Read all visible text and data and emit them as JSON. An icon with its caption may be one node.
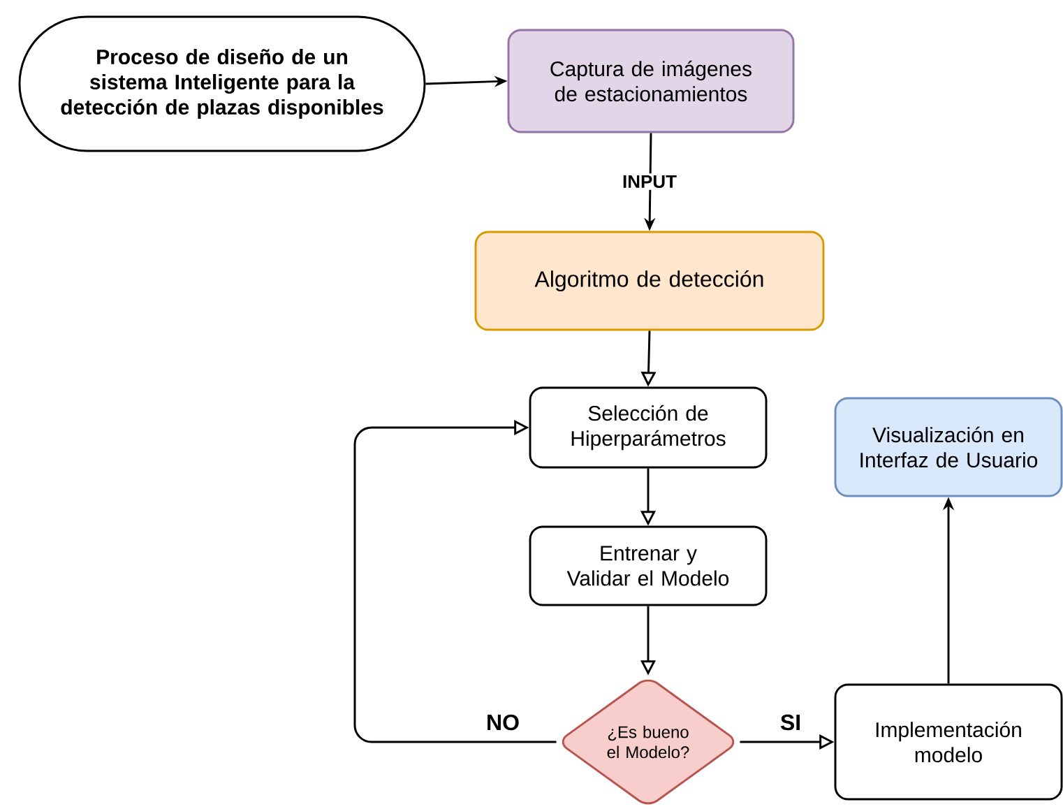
{
  "diagram": {
    "nodes": [
      {
        "text": [
          "Proceso de diseño de un sistema Inteligente para la detección de plazas disponibles"
        ]
      },
      {
        "text": [
          "Captura de imágenes de estacionamientos"
        ]
      },
      {
        "text": [
          "Algoritmo de detección"
        ]
      },
      {
        "text": [
          "Selección de Hiperparámetros"
        ]
      },
      {
        "text": [
          "Entrenar y Validar el Modelo"
        ]
      },
      {
        "text": [
          "¿Es bueno el Modelo?"
        ]
      },
      {
        "text": [
          "Implementación modelo"
        ]
      },
      {
        "text": [
          "Visualización en Interfaz de Usuario"
        ]
      }
    ],
    "edges": [
      {
        "from": 0,
        "to": 1,
        "arrow": "to"
      },
      {
        "from": 1,
        "to": 2,
        "arrow": "to",
        "label": "INPUT"
      },
      {
        "from": 2,
        "to": 3,
        "arrow": "to"
      },
      {
        "from": 3,
        "to": 4,
        "arrow": "to"
      },
      {
        "from": 4,
        "to": 5,
        "arrow": "to"
      },
      {
        "from": 5,
        "to": 3,
        "arrow": "to",
        "label": "NO"
      },
      {
        "from": 5,
        "to": 6,
        "arrow": "to",
        "label": "SI"
      },
      {
        "from": 6,
        "to": 7,
        "arrow": "to"
      }
    ]
  }
}
